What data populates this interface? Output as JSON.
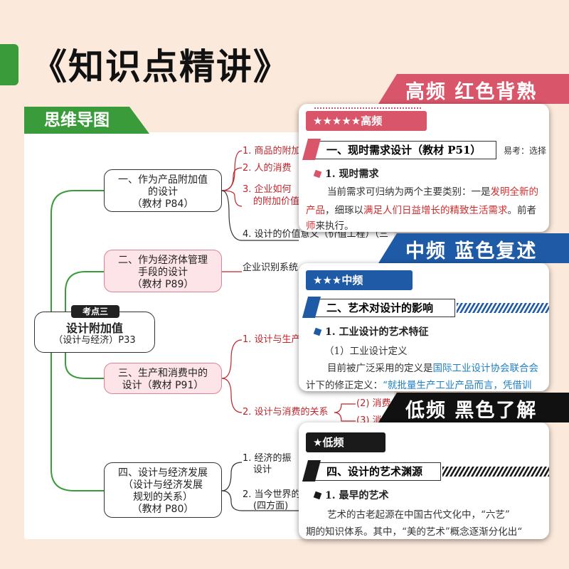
{
  "header": {
    "title": "《知识点精讲》"
  },
  "mindmap": {
    "tab_label": "思维导图",
    "center": {
      "badge": "考点三",
      "title": "设计附加值",
      "subtitle": "（设计与经济）P33"
    },
    "branches": [
      {
        "lines": [
          "一、作为产品附加值",
          "的设计",
          "（教材 P84）"
        ],
        "leaves": [
          "1. 商品的附加",
          "2. 人的消费",
          "3. 企业如何",
          "的附加价值",
          "4. 设计的价值意义（价值工程）（三"
        ]
      },
      {
        "lines": [
          "二、作为经济体管理",
          "手段的设计",
          "（教材 P89）"
        ],
        "leaves": [
          "企业识别系统"
        ]
      },
      {
        "lines": [
          "三、生产和消费中的",
          "设计（教材 P91）"
        ],
        "leaves": [
          "1. 设计与生产",
          "2. 设计与消费的关系",
          "(2) 消费",
          "(3) 消"
        ]
      },
      {
        "lines": [
          "四、设计与经济发展",
          "（设计与经济发展",
          "规划的关系）",
          "（教材 P80）"
        ],
        "leaves": [
          "1. 经济的振",
          "设计",
          "2. 当今世界的",
          "(四方面)"
        ]
      }
    ]
  },
  "cards": [
    {
      "ribbon": "高频 红色背熟",
      "tag": "★★★★★高频",
      "section": "一、现时需求设计（教材 P51）",
      "hint": "易考：选择",
      "subheading": "1. 现时需求",
      "para1": "当前需求可归纳为两个主要类别：一是",
      "para1_hl": "发明全新的",
      "para2_hl": "产品",
      "para2": "，细琢以",
      "para2_hl2": "满足人们日益增长的精致生活需求",
      "para2_end": "。前者",
      "para3_hl": "师",
      "para3": "来执行。",
      "accent": "#d9566a"
    },
    {
      "ribbon": "中频 蓝色复述",
      "tag": "★★★中频",
      "section": "二、艺术对设计的影响",
      "subheading": "1. 工业设计的艺术特征",
      "line1": "（1）工业设计定义",
      "para1": "目前被广泛采用的定义是",
      "para1_hl": "国际工业设计协会联合会",
      "para2": "计下的修正定义：",
      "para2_hl": "“就批量生产工业产品而言，凭借训",
      "accent": "#1f5aa6"
    },
    {
      "ribbon": "低频 黑色了解",
      "tag": "★低频",
      "section": "四、设计的艺术渊源",
      "subheading": "1. 最早的艺术",
      "para1": "艺术的古老起源在中国古代文化中，“六艺”",
      "para2": "期的知识体系。其中，“美的艺术”概念逐渐分化出“",
      "accent": "#1a1a1a"
    }
  ]
}
